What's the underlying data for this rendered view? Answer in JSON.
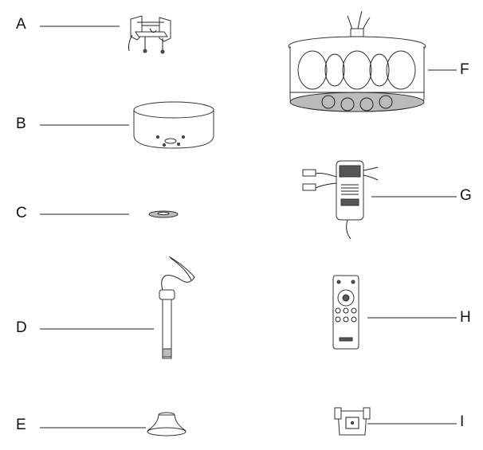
{
  "parts": [
    {
      "letter": "A",
      "icon": "mounting-bracket-icon"
    },
    {
      "letter": "B",
      "icon": "canopy-icon"
    },
    {
      "letter": "C",
      "icon": "canopy-ring-icon"
    },
    {
      "letter": "D",
      "icon": "downrod-icon"
    },
    {
      "letter": "E",
      "icon": "canopy-cover-icon"
    },
    {
      "letter": "F",
      "icon": "fan-body-icon"
    },
    {
      "letter": "G",
      "icon": "receiver-icon"
    },
    {
      "letter": "H",
      "icon": "remote-control-icon"
    },
    {
      "letter": "I",
      "icon": "remote-holder-icon"
    }
  ]
}
